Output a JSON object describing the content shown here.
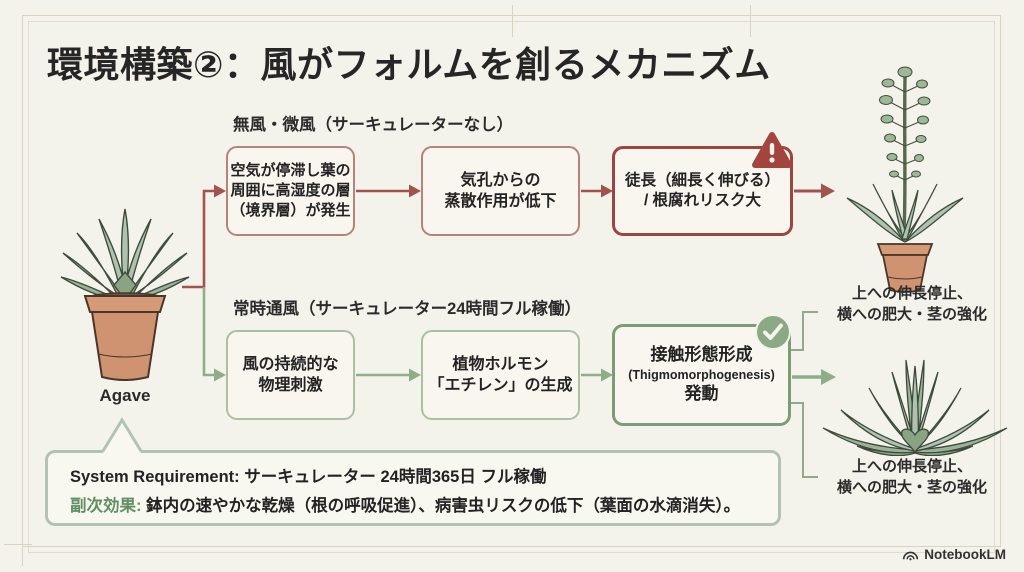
{
  "title": "環境構築②：風がフォルムを創るメカニズム",
  "source_plant": {
    "label": "Agave"
  },
  "flows": {
    "no_wind": {
      "heading": "無風・微風（サーキュレーターなし）",
      "box1": {
        "l1": "空気が停滞し葉の",
        "l2": "周囲に高湿度の層",
        "l3": "（境界層）が発生"
      },
      "box2": {
        "l1": "気孔からの",
        "l2": "蒸散作用が低下"
      },
      "box3": {
        "l1": "徒長（細長く伸びる）",
        "l2": "/ 根腐れリスク大"
      }
    },
    "constant_wind": {
      "heading": "常時通風（サーキュレーター24時間フル稼働）",
      "box1": {
        "l1": "風の持続的な",
        "l2": "物理刺激"
      },
      "box2": {
        "l1": "植物ホルモン",
        "l2": "「エチレン」の生成"
      },
      "box3": {
        "l1": "接触形態形成",
        "l2": "(Thigmomorphogenesis)",
        "l3": "発動"
      }
    }
  },
  "outcomes": {
    "top": {
      "l1": "上への伸長停止、",
      "l2": "横への肥大・茎の強化"
    },
    "bottom": {
      "l1": "上への伸長停止、",
      "l2": "横への肥大・茎の強化"
    }
  },
  "callout": {
    "req_label": "System Requirement:",
    "req_text": " サーキュレーター 24時間365日 フル稼働",
    "side_label": "副次効果:",
    "side_text": " 鉢内の速やかな乾燥（根の呼吸促進）、病害虫リスクの低下（葉面の水滴消失）。"
  },
  "branding": {
    "logo_text": "NotebookLM"
  },
  "colors": {
    "background": "#f4f3eb",
    "risk_accent": "#9c4440",
    "risk_soft": "#b5837b",
    "good_accent": "#7d9b76",
    "good_soft": "#abbfa3",
    "warning_badge": "#a3453e",
    "check_badge": "#8aa984",
    "side_effect_label": "#5f8f63"
  }
}
